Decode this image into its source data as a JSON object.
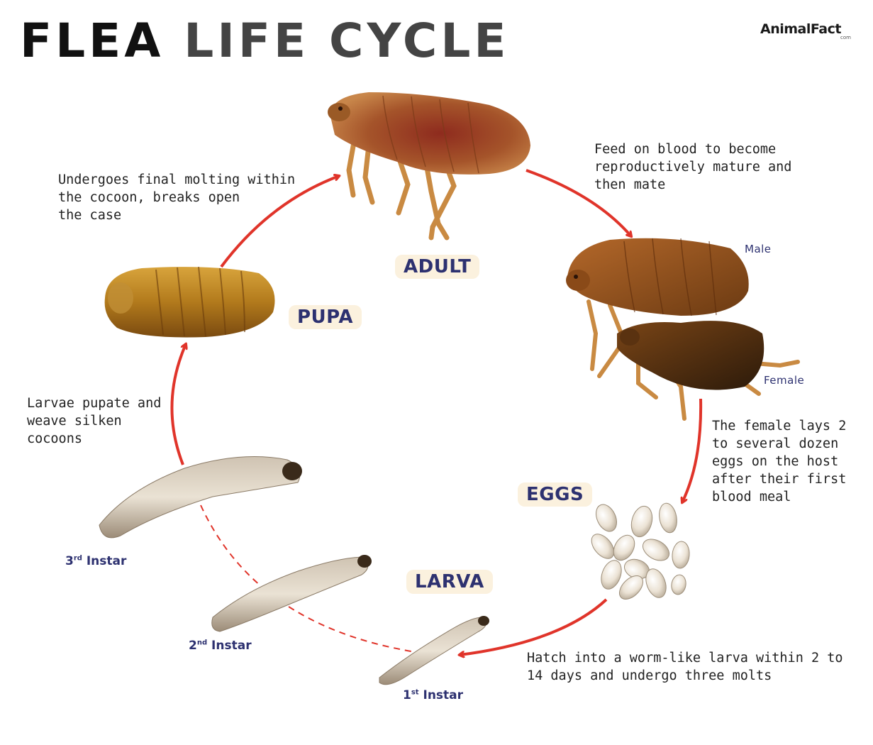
{
  "title": {
    "part1": "FLEA",
    "part2": "LIFE CYCLE"
  },
  "logo": {
    "name": "AnimalFact",
    "sub": "com"
  },
  "stages": {
    "adult": "ADULT",
    "pupa": "PUPA",
    "eggs": "EGGS",
    "larva": "LARVA"
  },
  "descriptions": {
    "adult_to_mating": "Feed on blood to become\nreproductively mature and\nthen mate",
    "mating_to_eggs": "The female lays 2\nto several dozen\neggs on the host\nafter their first\nblood meal",
    "eggs_to_larva": "Hatch into a worm-like larva within 2 to\n14 days and undergo three molts",
    "larva_to_pupa": "Larvae pupate and\nweave silken\ncocoons",
    "pupa_to_adult": "Undergoes final molting within\nthe cocoon, breaks open\nthe case"
  },
  "mating_labels": {
    "male": "Male",
    "female": "Female"
  },
  "instars": [
    {
      "num": "1",
      "sup": "st",
      "word": "Instar"
    },
    {
      "num": "2",
      "sup": "nd",
      "word": "Instar"
    },
    {
      "num": "3",
      "sup": "rd",
      "word": "Instar"
    }
  ],
  "colors": {
    "arrow": "#e0342a",
    "label_text": "#2d3170",
    "label_bg": "#fbf1de"
  }
}
